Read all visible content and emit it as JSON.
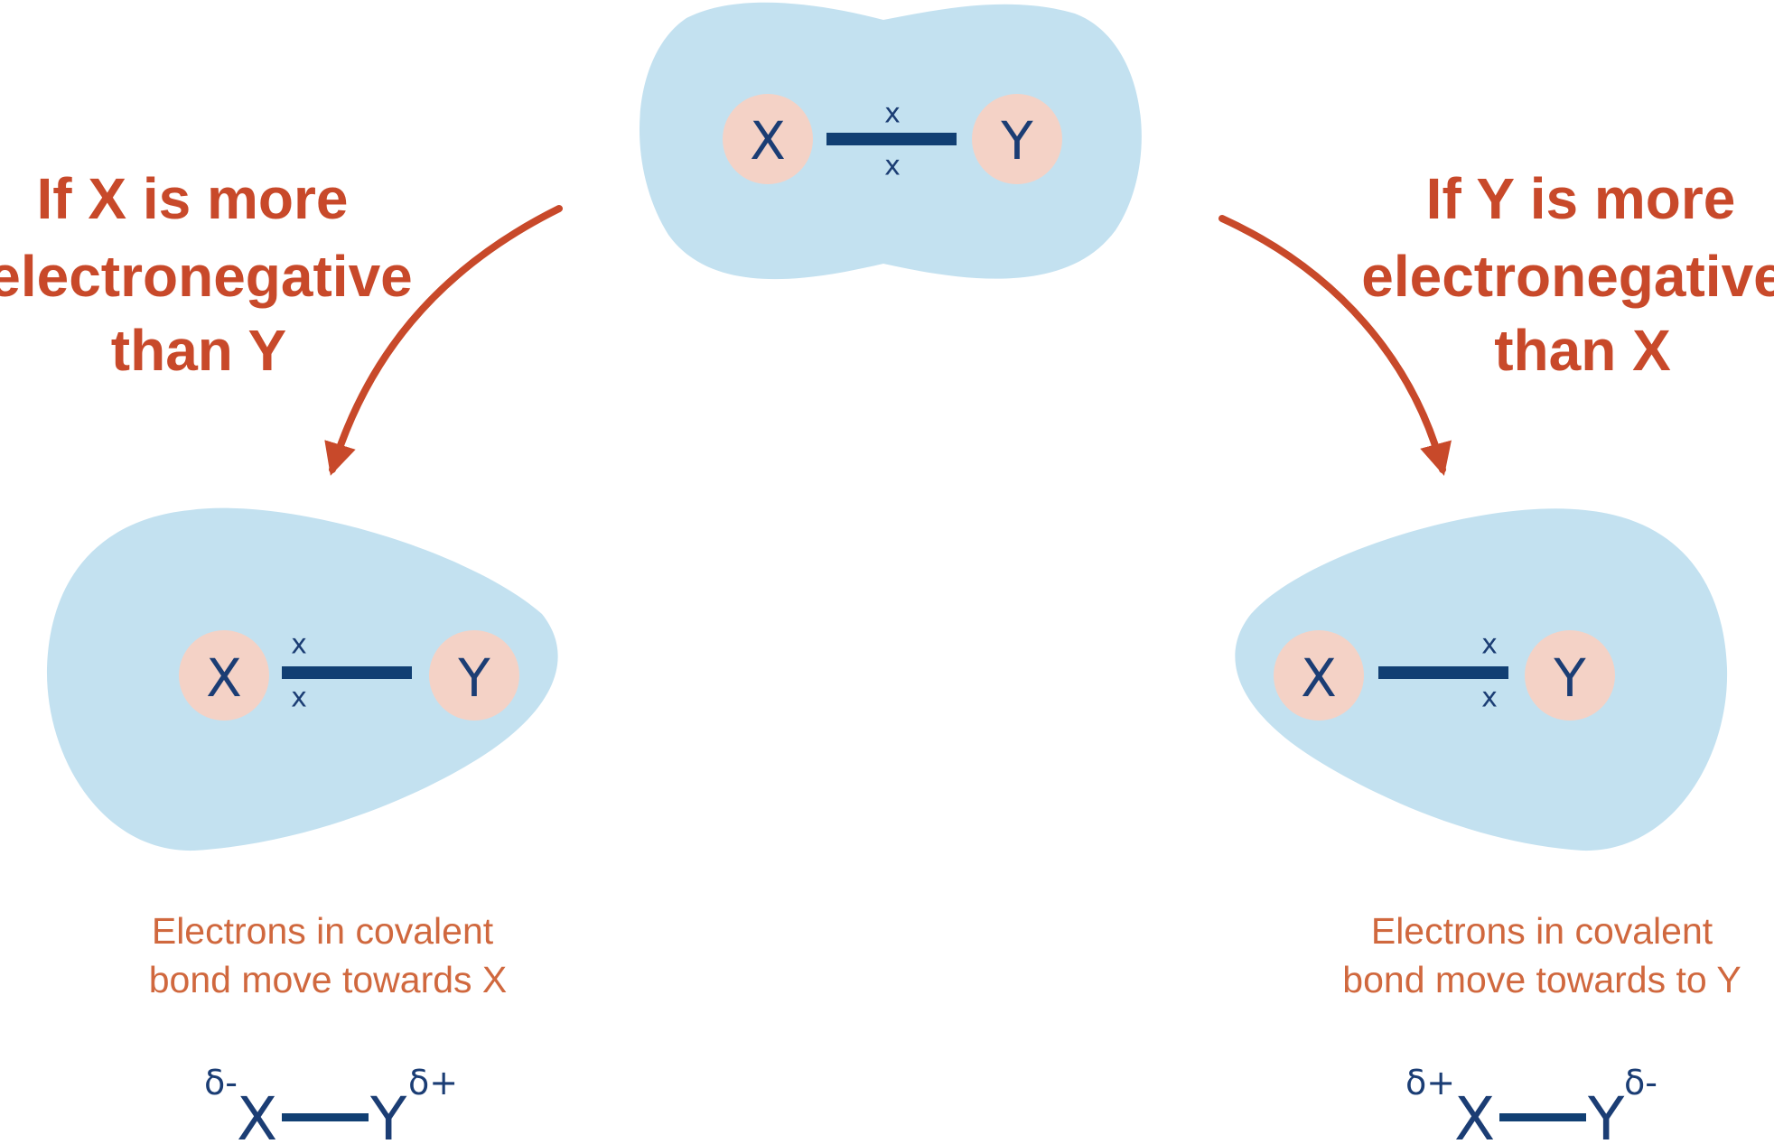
{
  "colors": {
    "cloud": "#c3e1f0",
    "atom": "#f4d2c6",
    "bond": "#113f73",
    "text_dark_blue": "#1b3d74",
    "arrow_and_titles": "#c8492a",
    "captions": "#d0683e"
  },
  "top": {
    "atom_left": "X",
    "atom_right": "Y",
    "electron_top": "x",
    "electron_bottom": "x"
  },
  "left_branch": {
    "condition_lines": [
      "If X is more",
      "electronegative",
      "than Y"
    ],
    "atom_left": "X",
    "atom_right": "Y",
    "electron_top": "x",
    "electron_bottom": "x",
    "caption_lines": [
      "Electrons in covalent",
      "bond move towards X"
    ],
    "formula": {
      "left_charge": "δ-",
      "left_atom": "X",
      "right_atom": "Y",
      "right_charge": "δ+"
    }
  },
  "right_branch": {
    "condition_lines": [
      "If Y is more",
      "electronegative",
      "than X"
    ],
    "atom_left": "X",
    "atom_right": "Y",
    "electron_top": "x",
    "electron_bottom": "x",
    "caption_lines": [
      "Electrons in covalent",
      "bond move towards to Y"
    ],
    "formula": {
      "left_charge": "δ+",
      "left_atom": "X",
      "right_atom": "Y",
      "right_charge": "δ-"
    }
  }
}
